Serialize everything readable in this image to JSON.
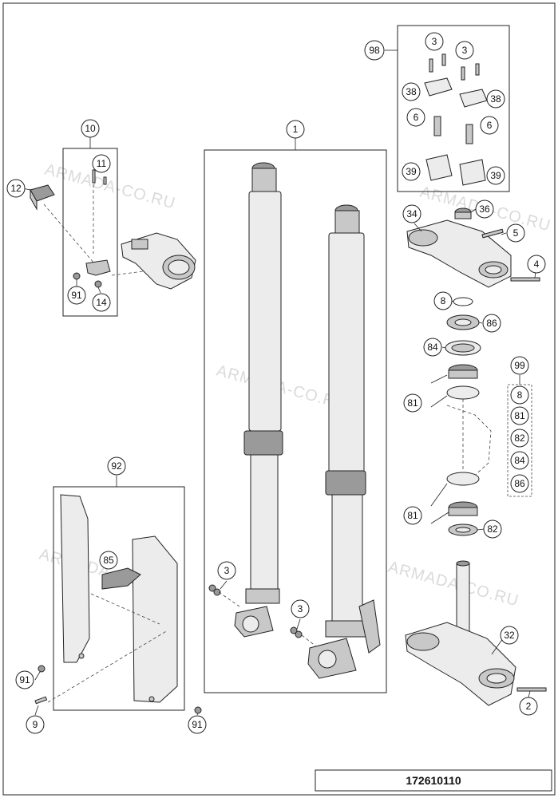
{
  "watermark": "ARMADA-CO.RU",
  "sheet_id": "172610110",
  "callouts": {
    "c1": "1",
    "c2": "2",
    "c3a": "3",
    "c3b": "3",
    "c3c": "3",
    "c3d": "3",
    "c4": "4",
    "c5": "5",
    "c6a": "6",
    "c6b": "6",
    "c8": "8",
    "c9": "9",
    "c10": "10",
    "c11": "11",
    "c12": "12",
    "c14": "14",
    "c32": "32",
    "c34": "34",
    "c36": "36",
    "c38a": "38",
    "c38b": "38",
    "c39a": "39",
    "c39b": "39",
    "c81a": "81",
    "c81b": "81",
    "c82": "82",
    "c84": "84",
    "c85": "85",
    "c86": "86",
    "c91a": "91",
    "c91b": "91",
    "c91c": "91",
    "c92": "92",
    "c98": "98"
  },
  "kit_99": {
    "title": "99",
    "items": [
      "8",
      "81",
      "82",
      "84",
      "86"
    ]
  }
}
